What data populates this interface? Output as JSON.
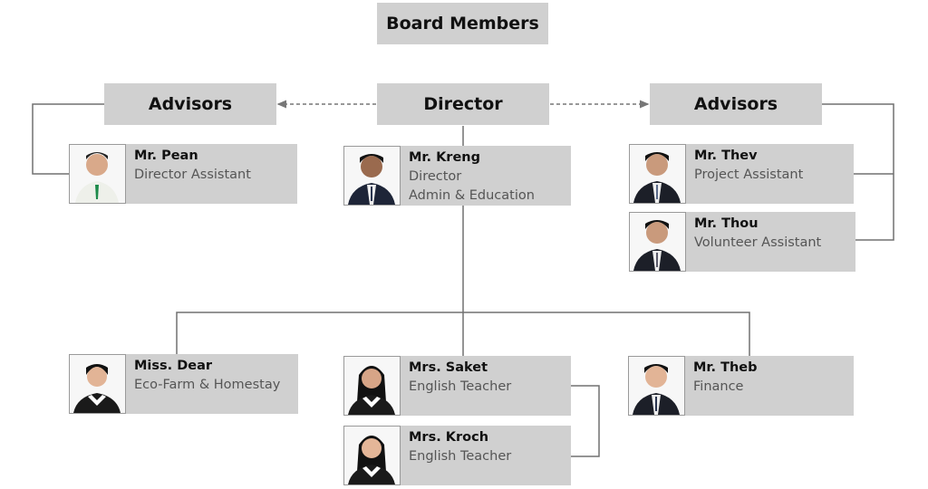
{
  "title": "Board Members",
  "top_row": {
    "left_label": "Advisors",
    "center_label": "Director",
    "right_label": "Advisors"
  },
  "left_advisors": [
    {
      "name": "Mr. Pean",
      "roles": [
        "Director Assistant"
      ],
      "photo": "male-portrait-green-tie"
    }
  ],
  "director_card": {
    "name": "Mr. Kreng",
    "roles": [
      "Director",
      "Admin & Education"
    ],
    "photo": "male-portrait-suit"
  },
  "right_advisors": [
    {
      "name": "Mr. Thev",
      "roles": [
        "Project Assistant"
      ],
      "photo": "male-portrait-suit"
    },
    {
      "name": "Mr. Thou",
      "roles": [
        "Volunteer Assistant"
      ],
      "photo": "male-portrait-suit"
    }
  ],
  "staff": [
    {
      "name": "Miss. Dear",
      "roles": [
        "Eco-Farm & Homestay"
      ],
      "photo": "female-portrait"
    },
    {
      "name": "Mrs. Saket",
      "roles": [
        "English Teacher"
      ],
      "photo": "female-portrait"
    },
    {
      "name": "Mrs. Kroch",
      "roles": [
        "English Teacher"
      ],
      "photo": "female-portrait"
    },
    {
      "name": "Mr. Theb",
      "roles": [
        "Finance"
      ],
      "photo": "male-portrait-suit"
    }
  ],
  "colors": {
    "box_fill": "#d0d0d0",
    "connector": "#707070",
    "text": "#111111",
    "role_text": "#555555"
  }
}
